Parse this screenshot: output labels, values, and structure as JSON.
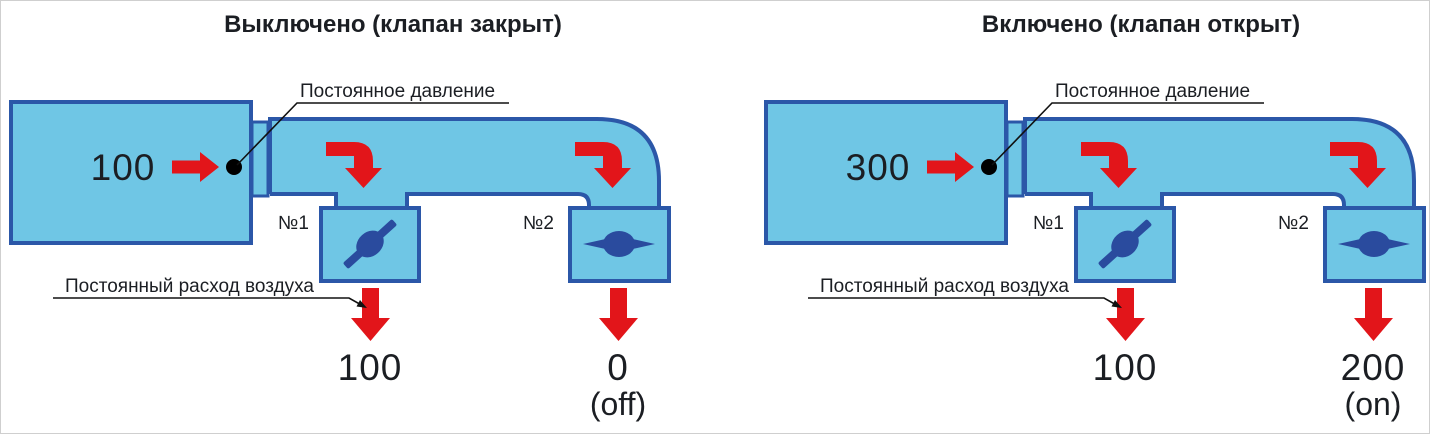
{
  "colors": {
    "duct_fill": "#6FC6E5",
    "outline_blue": "#2B57A8",
    "valve_blue": "#2A4B9E",
    "arrow_red": "#E2151A",
    "ink": "#1B1E23"
  },
  "diagrams": [
    {
      "title": "Выключено (клапан закрыт)",
      "supply_value": "100",
      "pressure_label": "Постоянное давление",
      "flow_label": "Постоянный расход воздуха",
      "branch1": {
        "label": "№1",
        "value": "100"
      },
      "branch2": {
        "label": "№2",
        "value": "0",
        "state": "(off)"
      }
    },
    {
      "title": "Включено (клапан открыт)",
      "supply_value": "300",
      "pressure_label": "Постоянное давление",
      "flow_label": "Постоянный расход воздуха",
      "branch1": {
        "label": "№1",
        "value": "100"
      },
      "branch2": {
        "label": "№2",
        "value": "200",
        "state": "(on)"
      }
    }
  ]
}
